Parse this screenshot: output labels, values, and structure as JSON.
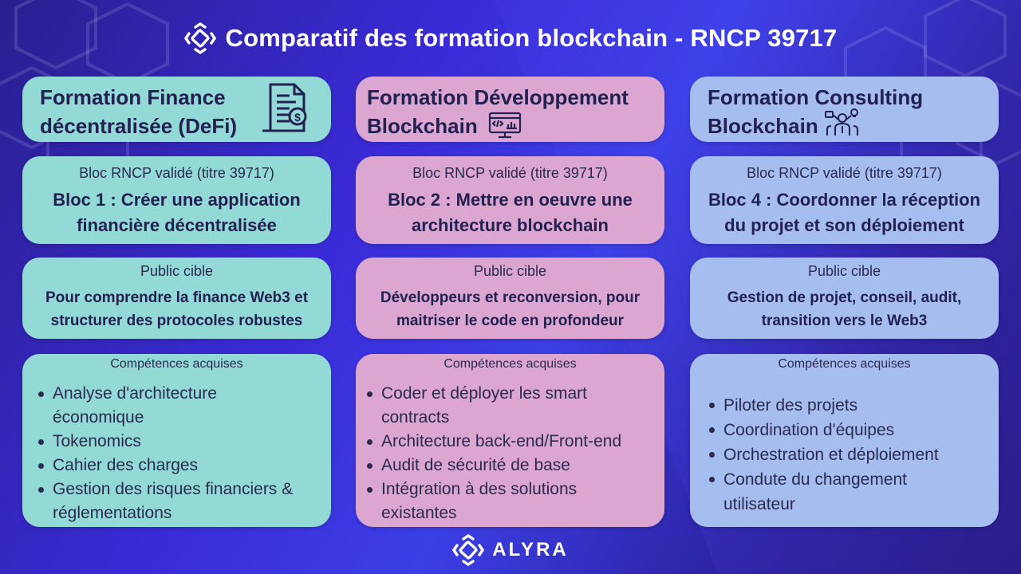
{
  "header": {
    "title": "Comparatif des formation blockchain - RNCP 39717",
    "logo_icon": "alyra-logo-icon"
  },
  "columns": [
    {
      "color": "#93d9d6",
      "title_line1": "Formation Finance",
      "title_line2": "décentralisée (DeFi)",
      "icon": "finance-document-icon",
      "bloc_label": "Bloc RNCP validé (titre 39717)",
      "bloc_line1": "Bloc 1 : Créer une application",
      "bloc_line2": "financière décentralisée",
      "public_label": "Public cible",
      "public_line1": "Pour comprendre la finance Web3 et",
      "public_line2": "structurer des protocoles robustes",
      "comp_label": "Compétences acquises",
      "skills": [
        [
          "Analyse d'architecture",
          "économique"
        ],
        [
          "Tokenomics"
        ],
        [
          "Cahier des charges"
        ],
        [
          "Gestion des risques financiers &",
          "réglementations"
        ]
      ]
    },
    {
      "color": "#dba6cf",
      "title_line1": "Formation Développement",
      "title_line2": "Blockchain",
      "icon": "code-monitor-icon",
      "bloc_label": "Bloc RNCP validé (titre 39717)",
      "bloc_line1": "Bloc 2 : Mettre en oeuvre une",
      "bloc_line2": "architecture blockchain",
      "public_label": "Public cible",
      "public_line1": "Développeurs et reconversion, pour",
      "public_line2": "maitriser le code en profondeur",
      "comp_label": "Compétences acquises",
      "skills": [
        [
          "Coder et déployer les smart",
          "contracts"
        ],
        [
          "Architecture back-end/Front-end"
        ],
        [
          "Audit de sécurité de base"
        ],
        [
          "Intégration  à des solutions",
          "existantes"
        ]
      ]
    },
    {
      "color": "#a6bdf0",
      "title_line1": "Formation Consulting",
      "title_line2": "Blockchain",
      "icon": "consultant-team-icon",
      "bloc_label": "Bloc RNCP validé (titre 39717)",
      "bloc_line1": "Bloc 4 : Coordonner la réception",
      "bloc_line2": "du projet et son déploiement",
      "public_label": "Public cible",
      "public_line1": "Gestion de projet, conseil, audit,",
      "public_line2": "transition vers le Web3",
      "comp_label": "Compétences acquises",
      "skills": [
        [
          "Piloter des projets"
        ],
        [
          "Coordination d'équipes"
        ],
        [
          "Orchestration et déploiement"
        ],
        [
          "Condute du changement",
          "utilisateur"
        ]
      ]
    }
  ],
  "footer": {
    "brand": "ALYRA",
    "logo_icon": "alyra-logo-icon"
  }
}
